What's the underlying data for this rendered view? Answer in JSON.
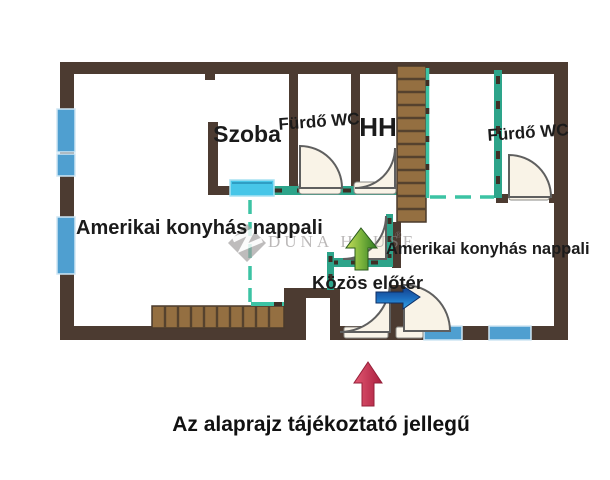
{
  "floorplan": {
    "labels": {
      "szoba": "Szoba",
      "furdo_wc_mid": "Fürdő WC",
      "hh": "HH",
      "furdo_wc_right": "Fürdő WC",
      "nappali_left": "Amerikai konyhás nappali",
      "nappali_right": "Amerikai konyhás nappali",
      "kozos_eloter": "Közös előtér"
    },
    "caption": "Az alaprajz tájékoztató jellegű",
    "watermark": {
      "brand": "Duna House",
      "display": "DUNA HOUSE",
      "registered": "®"
    },
    "icons": {
      "up_green_arrow": "direction-up-arrow",
      "right_blue_arrow": "direction-right-arrow",
      "up_red_arrow": "entrance-arrow"
    },
    "colors": {
      "wall": "#4c3b31",
      "teal_wall": "#2da48a",
      "teal_dashed_line": "#3cc3a4",
      "window_blue": "#4f9fd0",
      "window_cyan": "#47c6e8",
      "stairs_brown": "#946f41",
      "door_fill": "#f9f3e7",
      "arrow_green_dark": "#2f7a23",
      "arrow_green_light": "#c6dc5a",
      "arrow_blue_dark": "#123a86",
      "arrow_blue_light": "#35a7e8",
      "arrow_red": "#c93353"
    }
  }
}
